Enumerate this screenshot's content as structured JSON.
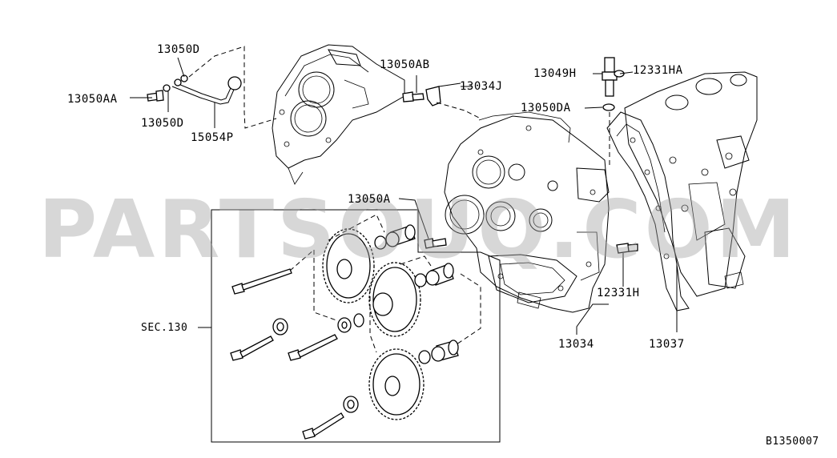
{
  "labels": {
    "l13050D_top": "13050D",
    "l13050AA": "13050AA",
    "l13050D_bot": "13050D",
    "l15054P": "15054P",
    "l13050AB": "13050AB",
    "l13034J": "13034J",
    "l13049H": "13049H",
    "l12331HA": "12331HA",
    "l13050DA": "13050DA",
    "l13050A": "13050A",
    "lSEC130": "SEC.130",
    "l12331H": "12331H",
    "l13034": "13034",
    "l13037": "13037"
  },
  "watermark": "PARTSOUQ.COM",
  "diagram_id": "B1350007"
}
